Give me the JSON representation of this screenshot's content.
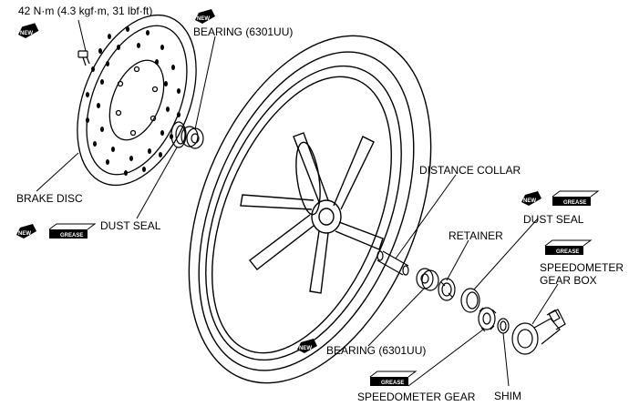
{
  "torque": "42 N·m (4.3 kgf·m, 31 lbf·ft)",
  "labels": {
    "bearing_top": "BEARING (6301UU)",
    "brake_disc": "BRAKE DISC",
    "dust_seal_left": "DUST SEAL",
    "distance_collar": "DISTANCE COLLAR",
    "retainer": "RETAINER",
    "dust_seal_right": "DUST SEAL",
    "speedometer_gear_box_1": "SPEEDOMETER",
    "speedometer_gear_box_2": "GEAR BOX",
    "bearing_bottom": "BEARING (6301UU)",
    "speedometer_gear": "SPEEDOMETER GEAR",
    "shim": "SHIM"
  },
  "badges": {
    "new": "NEW",
    "grease": "GREASE"
  }
}
